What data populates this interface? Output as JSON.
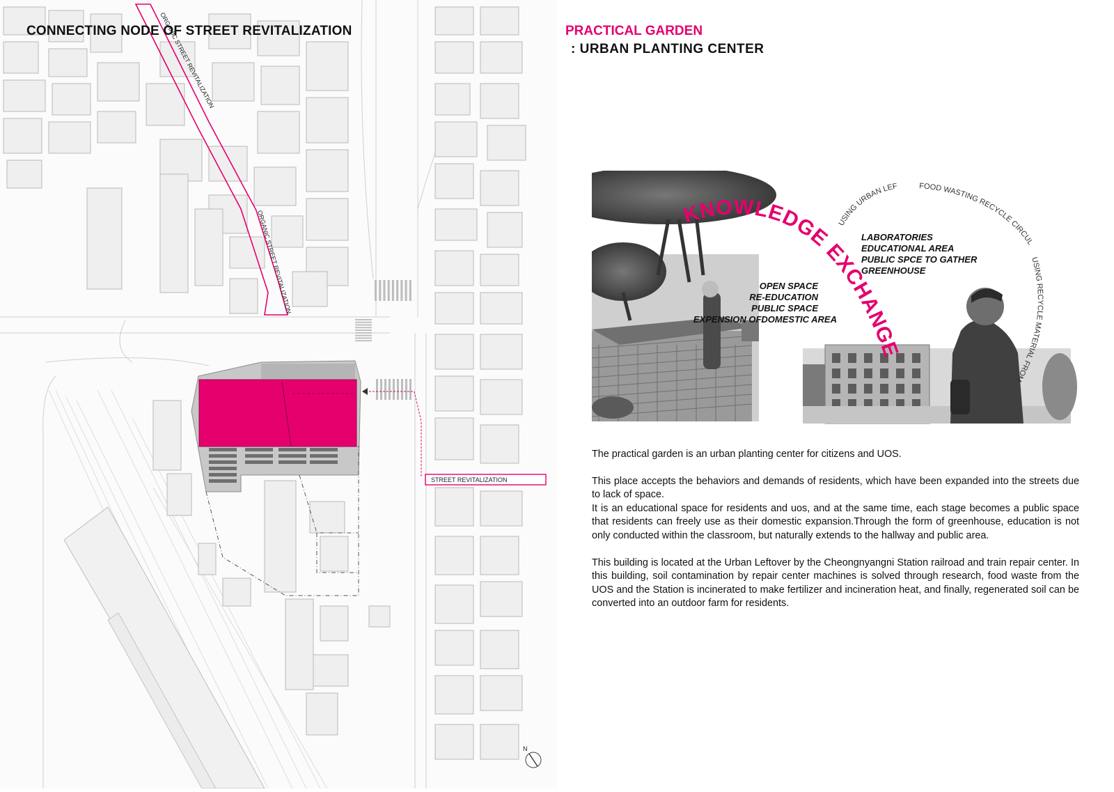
{
  "left_title": "CONNECTING NODE OF STREET REVITALIZATION",
  "right_title": "PRACTICAL GARDEN",
  "right_subtitle": ": URBAN PLANTING CENTER",
  "map": {
    "organic_label_1": "ORGANIC STREET REVITALIZATION",
    "organic_label_2": "ORGANIC STREET REVITALIZATION",
    "street_label": "STREET REVITALIZATION",
    "north_label": "N",
    "colors": {
      "accent": "#e5006e",
      "block": "#efefef",
      "block_stroke": "#b9b9b9",
      "site_gray": "#c8c8c8"
    }
  },
  "collage": {
    "knowledge_exchange": "KNOWLEDGE EXCHANGE",
    "arc_left": "USING URBAN LEFTOVER",
    "arc_top": "FOOD WASTING RECYCLE CIRCULATION",
    "arc_right": "USING RECYCLE MATERIAL FROM FACTORY",
    "right_list": [
      "LABORATORIES",
      "EDUCATIONAL AREA",
      "PUBLIC SPCE TO GATHER",
      "GREENHOUSE"
    ],
    "left_list": [
      "OPEN SPACE",
      "RE-EDUCATION",
      "PUBLIC SPACE",
      "EXPENSION OFDOMESTIC AREA"
    ]
  },
  "description": [
    " The practical garden is an urban planting center for citizens and UOS.",
    " This place accepts the behaviors and demands of residents, which have been expanded into the streets due to lack of space.",
    " It is an educational space for residents and uos, and at the same time, each stage becomes a public space that residents can freely use as their domestic expansion.Through the form of greenhouse, education is not only conducted within the classroom, but naturally extends to the hallway and public area.",
    " This building is located at the Urban Leftover by the Cheongnyangni Station railroad and train repair center. In this building, soil contamination by repair center machines is solved through research, food waste from the UOS and the Station is incinerated to make fertilizer and incineration heat, and finally, regenerated soil can be converted into an outdoor farm for residents."
  ]
}
